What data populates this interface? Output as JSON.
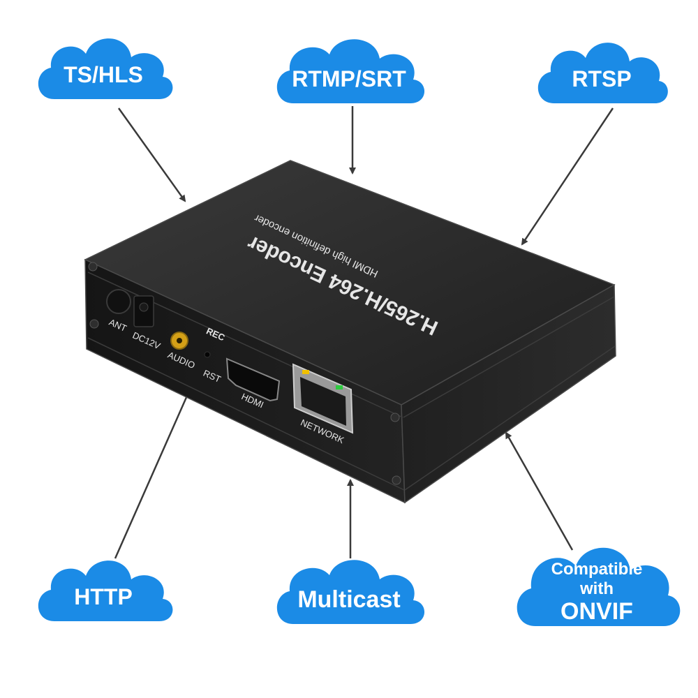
{
  "colors": {
    "cloud": "#1b8be6",
    "cloud_text": "#ffffff",
    "arrow": "#3a3a3a",
    "device_top": "#2a2a2a",
    "device_front": "#1c1c1c",
    "device_side": "#222222",
    "label": "#e6e6e6"
  },
  "protocols": {
    "ts_hls": "TS/HLS",
    "rtmp_srt": "RTMP/SRT",
    "rtsp": "RTSP",
    "http": "HTTP",
    "multicast": "Multicast",
    "onvif_line1": "Compatible",
    "onvif_line2": "with",
    "onvif_line3": "ONVIF"
  },
  "device": {
    "title": "H.265/H.264 Encoder",
    "subtitle": "HDMI high definition encoder",
    "ports": {
      "ant": "ANT",
      "dc": "DC12V",
      "audio": "AUDIO",
      "rec": "REC",
      "rst": "RST",
      "hdmi": "HDMI",
      "network": "NETWORK"
    }
  }
}
